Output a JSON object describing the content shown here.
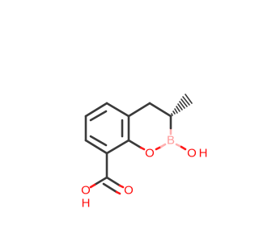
{
  "molecule": {
    "atoms": [
      {
        "id": "o_ring",
        "symbol": "O"
      },
      {
        "id": "b_ring",
        "symbol": "B"
      },
      {
        "id": "o_boron_oh",
        "symbol": "O"
      },
      {
        "id": "h_boron_oh",
        "symbol": "H"
      },
      {
        "id": "o_carbonyl",
        "symbol": "O"
      },
      {
        "id": "o_acid_oh",
        "symbol": "O"
      },
      {
        "id": "h_acid_oh",
        "symbol": "H"
      }
    ],
    "colors": {
      "bond": "#3a3a3a",
      "oxygen": "#ff0d0d",
      "boron": "#ff9a9a"
    }
  }
}
